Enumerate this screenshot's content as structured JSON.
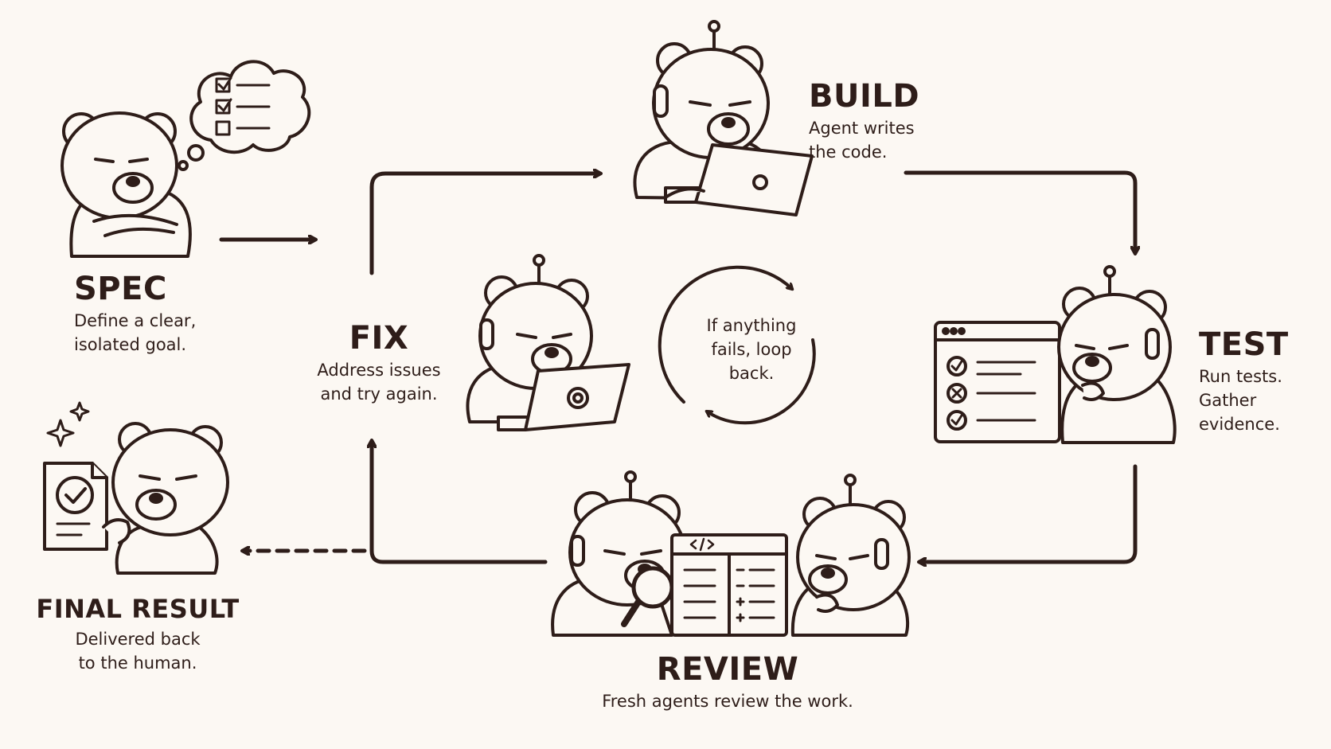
{
  "colors": {
    "ink": "#2e1d19",
    "background": "#fcf8f3"
  },
  "stages": {
    "spec": {
      "title": "SPEC",
      "desc": [
        "Define a clear,",
        "isolated goal."
      ]
    },
    "build": {
      "title": "BUILD",
      "desc": [
        "Agent writes",
        "the code."
      ]
    },
    "test": {
      "title": "TEST",
      "desc": [
        "Run tests.",
        "Gather",
        "evidence."
      ]
    },
    "review": {
      "title": "REVIEW",
      "desc": [
        "Fresh agents review the work."
      ]
    },
    "fix": {
      "title": "FIX",
      "desc": [
        "Address issues",
        "and try again."
      ]
    },
    "final": {
      "title": "FINAL RESULT",
      "desc": [
        "Delivered back",
        "to the human."
      ]
    }
  },
  "loop_note": [
    "If anything",
    "fails, loop",
    "back."
  ],
  "icons": {
    "spec": "bear-thinking-checklist-icon",
    "build": "robot-bear-laptop-icon",
    "test": "robot-bear-test-window-icon",
    "review": "robot-bears-code-review-icon",
    "fix": "robot-bear-laptop-gear-icon",
    "final": "bear-document-check-icon",
    "loop": "circular-loop-arrows-icon"
  }
}
